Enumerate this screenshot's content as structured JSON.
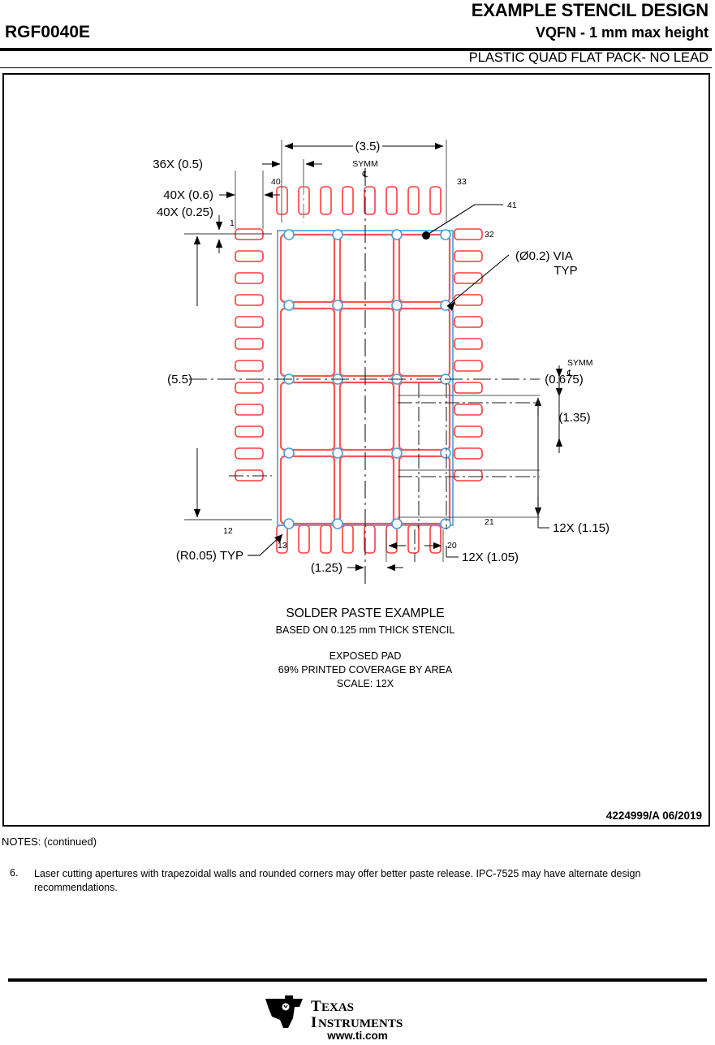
{
  "header": {
    "title_main": "EXAMPLE STENCIL DESIGN",
    "title_sub": "VQFN - 1 mm max height",
    "part_number": "RGF0040E",
    "package_desc": "PLASTIC QUAD FLAT PACK- NO LEAD"
  },
  "drawing": {
    "doc_number": "4224999/A   06/2019",
    "dimensions": {
      "pitch_36x": "36X (0.5)",
      "pad_len_40x": "40X (0.6)",
      "pad_wid_40x": "40X (0.25)",
      "width_3_5": "(3.5)",
      "height_5_5": "(5.5)",
      "via_dia": "(Ø0.2) VIA",
      "via_typ": "TYP",
      "offset_0675": "(0.675)",
      "offset_135": "(1.35)",
      "ap_12x_115": "12X (1.15)",
      "ap_12x_105": "12X (1.05)",
      "offset_125": "(1.25)",
      "corner_radius": "(R0.05) TYP",
      "symm_label": "SYMM",
      "symm_sym": "℄"
    },
    "pin_labels": {
      "p1": "1",
      "p12": "12",
      "p13": "13",
      "p20": "20",
      "p21": "21",
      "p32": "32",
      "p33": "33",
      "p40": "40",
      "p41": "41"
    },
    "caption": {
      "line1": "SOLDER PASTE EXAMPLE",
      "line2": "BASED ON 0.125 mm THICK STENCIL",
      "line3": "EXPOSED PAD",
      "line4": "69% PRINTED COVERAGE BY AREA",
      "line5": "SCALE: 12X"
    },
    "colors": {
      "paste_aperture": "#ff2a2a",
      "paste_aperture_soft": "#ff8888",
      "pad_outline": "#4a9ddb",
      "dimension_line": "#555555",
      "ink": "#000000"
    }
  },
  "notes": {
    "heading": "NOTES: (continued)",
    "items": [
      {
        "number": "6.",
        "text": "Laser cutting apertures with trapezoidal walls and rounded corners may offer better paste release. IPC-7525 may have alternate design recommendations."
      }
    ]
  },
  "footer": {
    "brand_line1": "Texas",
    "brand_line2": "Instruments",
    "url": "www.ti.com"
  }
}
